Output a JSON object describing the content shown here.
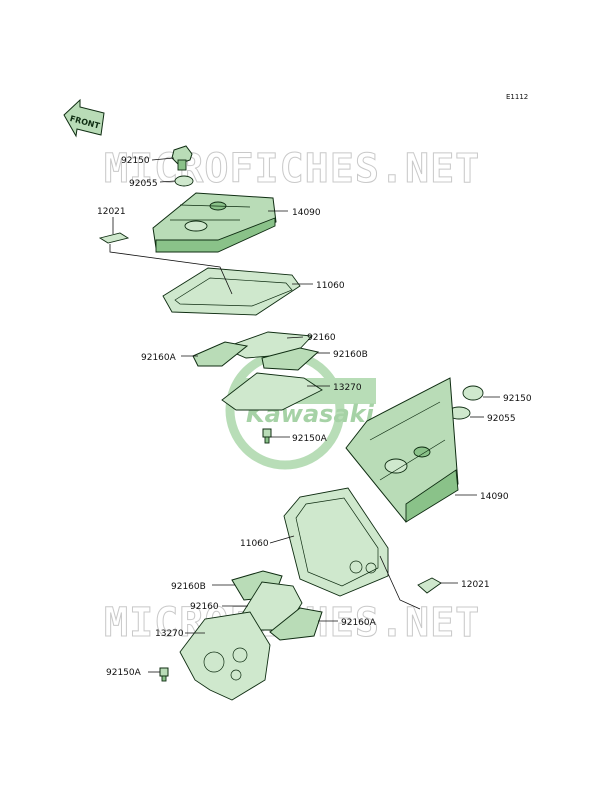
{
  "diagram": {
    "code": "E1112",
    "front_label": "FRONT",
    "watermarks": [
      "MICROFICHES.NET",
      "MICROFICHES.NET"
    ],
    "logo_text": "Kawasaki",
    "labels": {
      "top_bolt": "92150",
      "top_washer": "92055",
      "top_cover": "14090",
      "top_pad": "12021",
      "top_gasket": "11060",
      "top_plate_92160": "92160",
      "top_plate_92160b": "92160B",
      "top_plate_92160a": "92160A",
      "top_plate_13270": "13270",
      "top_bolt_92150a": "92150A",
      "bottom_bolt": "92150",
      "bottom_washer": "92055",
      "bottom_cover": "14090",
      "bottom_gasket": "11060",
      "bottom_pad": "12021",
      "bottom_plate_92160b": "92160B",
      "bottom_plate_92160": "92160",
      "bottom_plate_92160a": "92160A",
      "bottom_plate_13270": "13270",
      "bottom_bolt_92150a": "92150A"
    }
  }
}
